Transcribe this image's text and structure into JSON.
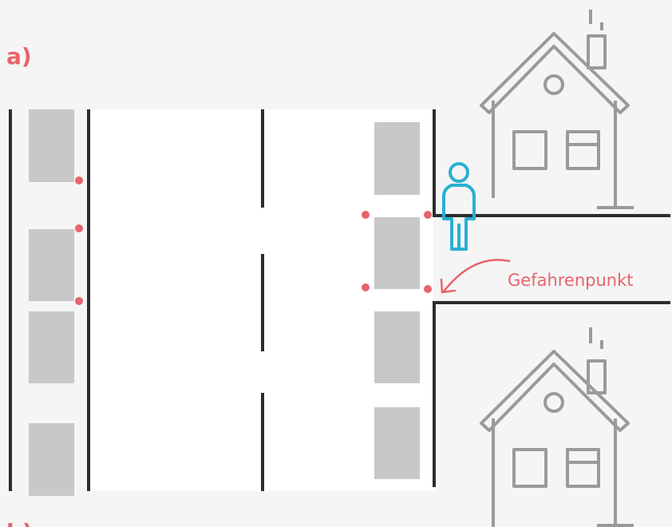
{
  "section_labels": [
    "a)",
    "b)"
  ],
  "danger_label": "Gefahrenpunkt",
  "colors": {
    "background": "#f5f5f5",
    "road": "#ffffff",
    "line": "#2d2d2d",
    "parked_car": "#c8c8c8",
    "danger": "#e8636b",
    "pedestrian": "#29b0d2",
    "house": "#9a9a9a"
  },
  "icons": [
    "house-icon",
    "pedestrian-icon",
    "danger-arrow-icon"
  ]
}
